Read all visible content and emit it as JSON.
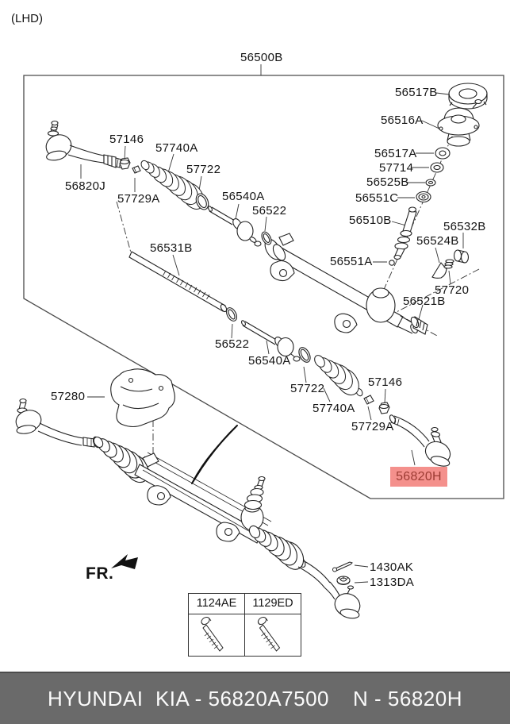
{
  "window": {
    "note_lhd": "(LHD)"
  },
  "diagram": {
    "assembly_code": "56500B",
    "labels": {
      "p56517B": "56517B",
      "p56516A": "56516A",
      "p56517A": "56517A",
      "p57714": "57714",
      "p56525B": "56525B",
      "p56551C": "56551C",
      "p57146_1": "57146",
      "p57740A_1": "57740A",
      "p57722_1": "57722",
      "p56820J": "56820J",
      "p57729A_1": "57729A",
      "p56540A_1": "56540A",
      "p56522_1": "56522",
      "p56510B": "56510B",
      "p56532B": "56532B",
      "p56524B": "56524B",
      "p56551A": "56551A",
      "p57720": "57720",
      "p56521B": "56521B",
      "p56531B": "56531B",
      "p56522_2": "56522",
      "p56540A_2": "56540A",
      "p57722_2": "57722",
      "p57740A_2": "57740A",
      "p57146_2": "57146",
      "p57729A_2": "57729A",
      "p57280": "57280",
      "p1430AK": "1430AK",
      "p1313DA": "1313DA"
    },
    "highlight": {
      "code": "56820H"
    },
    "fr_indicator": "FR.",
    "fastener_table": {
      "columns": [
        "1124AE",
        "1129ED"
      ]
    }
  },
  "footer": {
    "left": "HYUNDAI  KIA - 56820A7500",
    "right": "N - 56820H"
  },
  "colors": {
    "highlight_bg": "#f4908c",
    "highlight_fg": "#9c3b33",
    "footer_bg": "#6a6a6a",
    "footer_fg": "#fbfbfb",
    "line": "#222222"
  }
}
